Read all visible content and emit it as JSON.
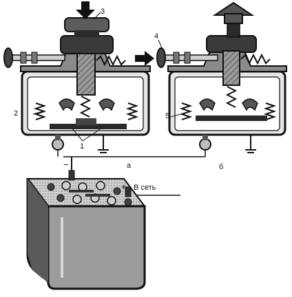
{
  "labels": {
    "num_1": "1",
    "num_2": "2",
    "num_3": "3",
    "num_4": "4",
    "num_5": "5",
    "panel_a": "а",
    "panel_b": "б",
    "plus": "+",
    "minus": "−",
    "network": "В сеть"
  },
  "colors": {
    "ink": "#111111",
    "mid_gray": "#6f6f6f",
    "light_gray": "#bdbdbd",
    "dark_fill": "#2a2a2a",
    "paper": "#ffffff"
  },
  "icons": {
    "press_arrow": "arrow-down-icon",
    "release_arrow": "arrow-up-icon",
    "push_arrow": "arrow-right-icon"
  }
}
